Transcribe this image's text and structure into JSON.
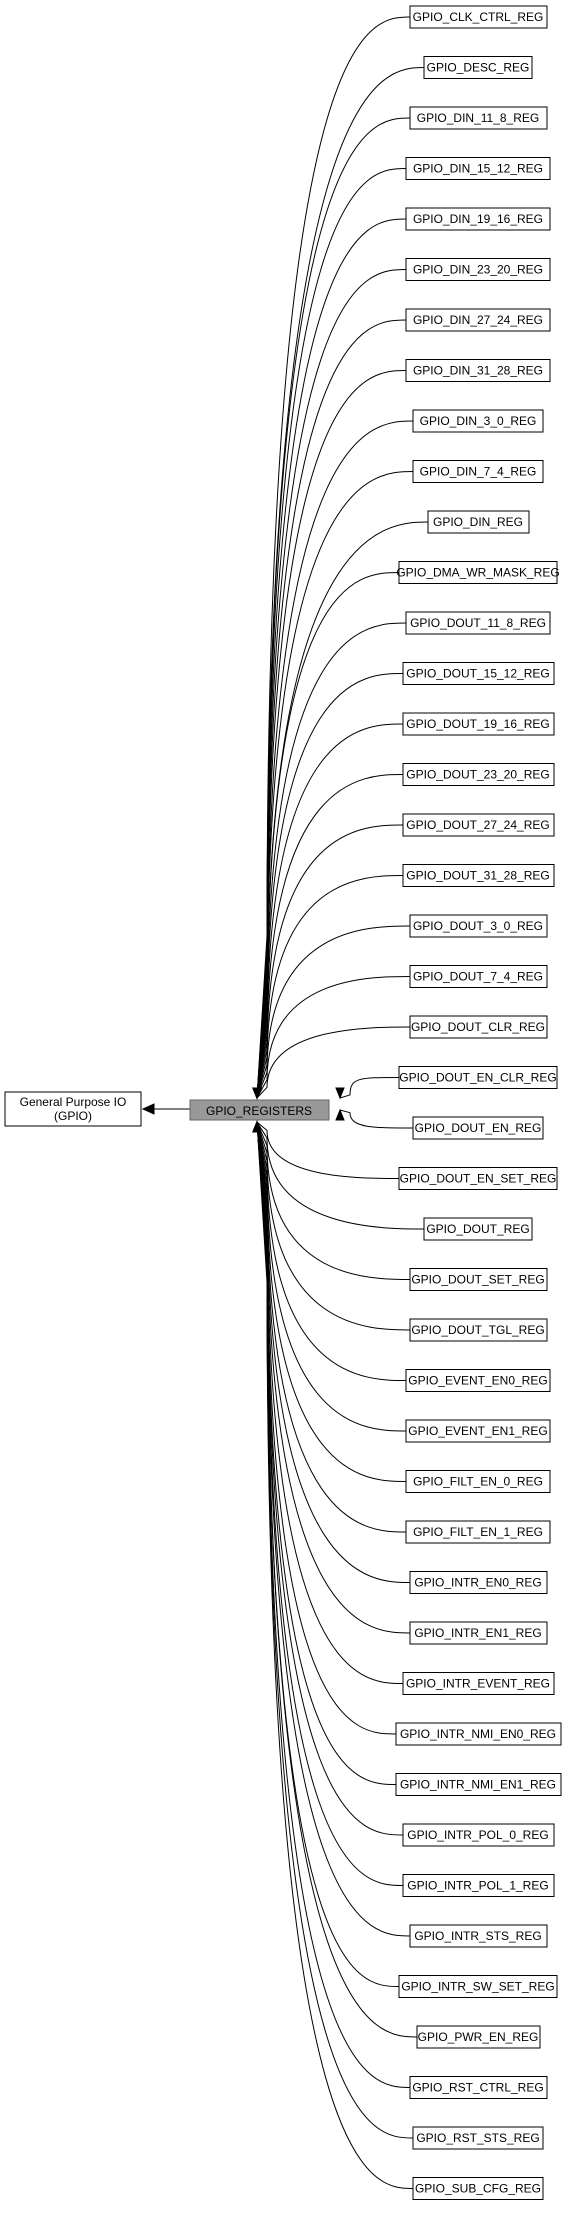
{
  "diagram": {
    "left_node": {
      "lines": [
        "General Purpose IO",
        "(GPIO)"
      ]
    },
    "center_node": {
      "label": "GPIO_REGISTERS"
    },
    "registers": [
      "GPIO_CLK_CTRL_REG",
      "GPIO_DESC_REG",
      "GPIO_DIN_11_8_REG",
      "GPIO_DIN_15_12_REG",
      "GPIO_DIN_19_16_REG",
      "GPIO_DIN_23_20_REG",
      "GPIO_DIN_27_24_REG",
      "GPIO_DIN_31_28_REG",
      "GPIO_DIN_3_0_REG",
      "GPIO_DIN_7_4_REG",
      "GPIO_DIN_REG",
      "GPIO_DMA_WR_MASK_REG",
      "GPIO_DOUT_11_8_REG",
      "GPIO_DOUT_15_12_REG",
      "GPIO_DOUT_19_16_REG",
      "GPIO_DOUT_23_20_REG",
      "GPIO_DOUT_27_24_REG",
      "GPIO_DOUT_31_28_REG",
      "GPIO_DOUT_3_0_REG",
      "GPIO_DOUT_7_4_REG",
      "GPIO_DOUT_CLR_REG",
      "GPIO_DOUT_EN_CLR_REG",
      "GPIO_DOUT_EN_REG",
      "GPIO_DOUT_EN_SET_REG",
      "GPIO_DOUT_REG",
      "GPIO_DOUT_SET_REG",
      "GPIO_DOUT_TGL_REG",
      "GPIO_EVENT_EN0_REG",
      "GPIO_EVENT_EN1_REG",
      "GPIO_FILT_EN_0_REG",
      "GPIO_FILT_EN_1_REG",
      "GPIO_INTR_EN0_REG",
      "GPIO_INTR_EN1_REG",
      "GPIO_INTR_EVENT_REG",
      "GPIO_INTR_NMI_EN0_REG",
      "GPIO_INTR_NMI_EN1_REG",
      "GPIO_INTR_POL_0_REG",
      "GPIO_INTR_POL_1_REG",
      "GPIO_INTR_STS_REG",
      "GPIO_INTR_SW_SET_REG",
      "GPIO_PWR_EN_REG",
      "GPIO_RST_CTRL_REG",
      "GPIO_RST_STS_REG",
      "GPIO_SUB_CFG_REG"
    ]
  }
}
